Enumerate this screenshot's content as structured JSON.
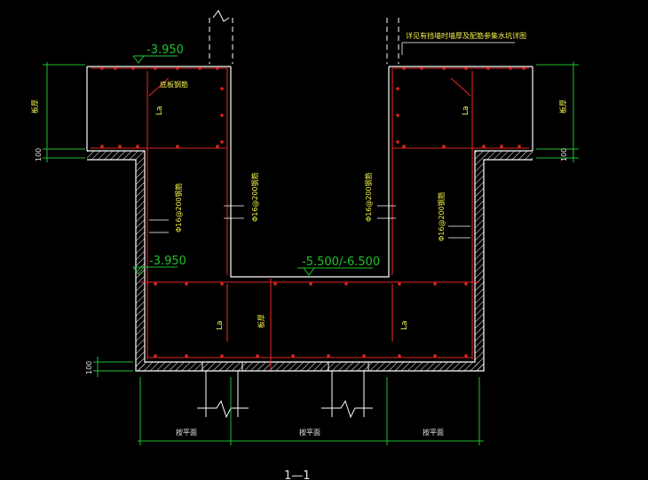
{
  "labels": {
    "elev_top": "-3.950",
    "elev_mid": "-3.950",
    "elev_bottom": "-5.500/-6.500",
    "note_right": "详见有挡墙时墙厚及配筋参集水坑详图",
    "note_left": "底板钢筋",
    "rebar_1": "Φ16@200钢筋",
    "rebar_2": "Φ16@200钢筋",
    "rebar_3": "Φ16@200钢筋",
    "rebar_4": "Φ16@200钢筋",
    "la_1": "La",
    "la_2": "La",
    "la_3": "La",
    "la_4": "La",
    "thick_left": "板厚",
    "thick_right": "板厚",
    "thick_center": "板厚",
    "dim_100_left": "100",
    "dim_100_right": "100",
    "dim_100_bottom": "100",
    "dim_bottom_1": "按平面",
    "dim_bottom_2": "按平面",
    "dim_bottom_3": "按平面",
    "section": "1—1"
  },
  "colors": {
    "background": "#000000",
    "wall_outline": "#ffffff",
    "rebar": "#e02424",
    "dimension": "#21c12b",
    "text_annotation": "#f2f24a"
  }
}
